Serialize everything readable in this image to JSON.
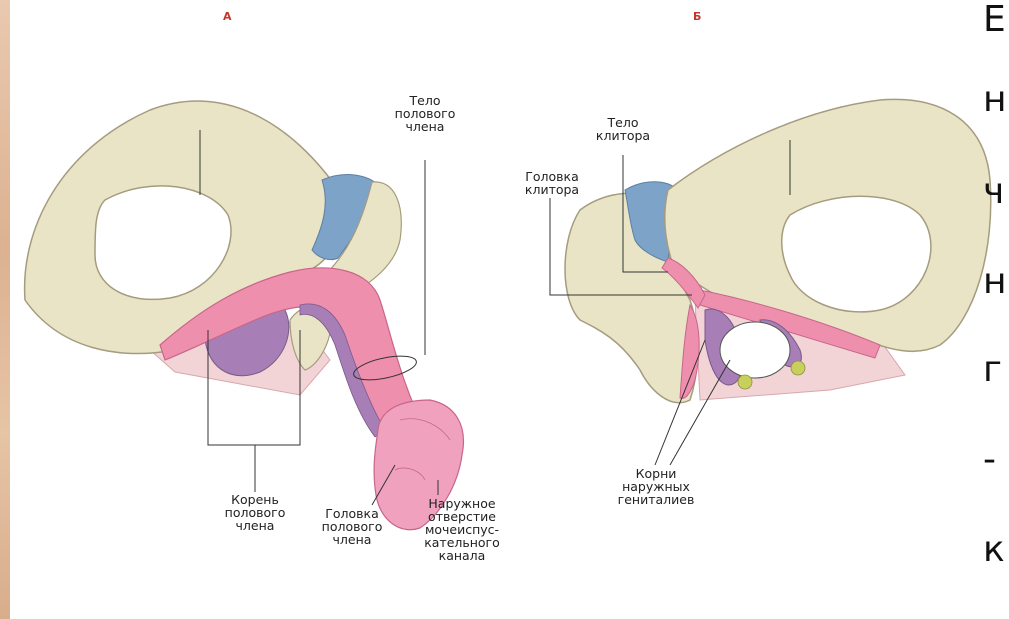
{
  "figure_a": {
    "panel_label": "А",
    "labels": {
      "body": "Тело\nполового\nчлена",
      "root": "Корень\nполового\nчлена",
      "glans": "Головка\nполового\nчлена",
      "meatus": "Наружное\nотверстие\nмочеиспус-\nкательного\nканала"
    }
  },
  "figure_b": {
    "panel_label": "Б",
    "labels": {
      "body": "Тело\nклитора",
      "glans": "Головка\nклитора",
      "roots": "Корни\nнаружных\nгениталиев"
    }
  },
  "side_text": [
    "Е",
    "н",
    "ч",
    "н",
    "г",
    "-",
    "к"
  ],
  "colors": {
    "bone": "#eae4c6",
    "cartilage": "#7da3c8",
    "pink": "#ef8fae",
    "purple": "#a77fb6",
    "muscle": "#f2d3d6",
    "panel_label": "#c0392b"
  }
}
